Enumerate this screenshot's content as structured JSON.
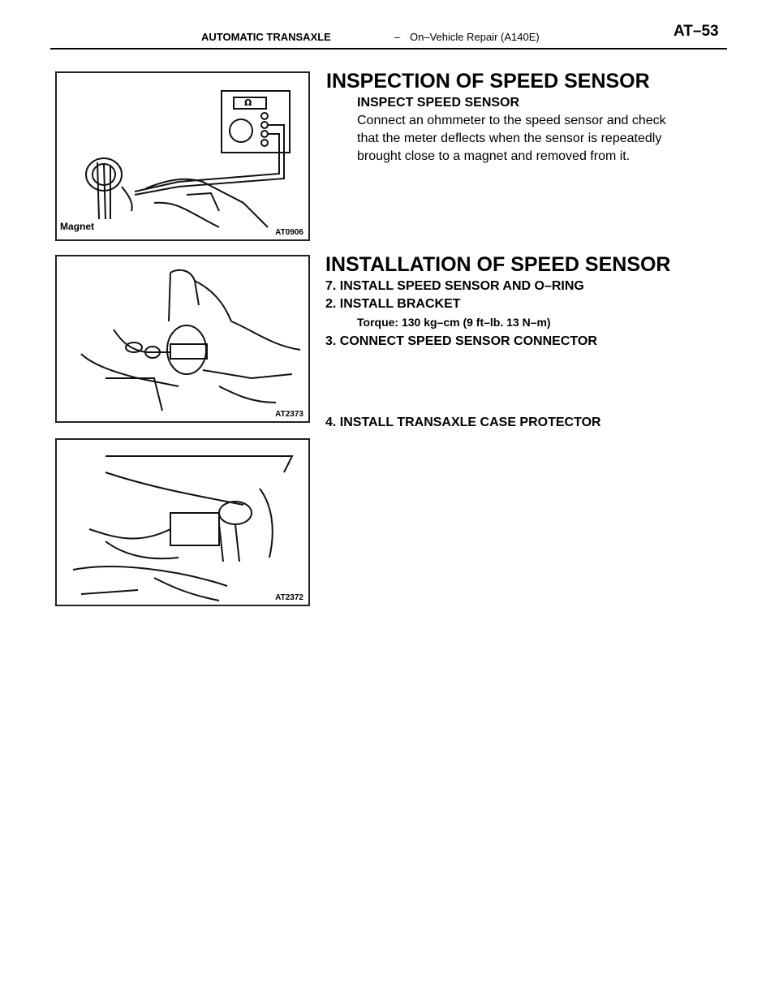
{
  "header": {
    "section": "AUTOMATIC TRANSAXLE",
    "separator": "–",
    "subsection": "On–Vehicle Repair (A140E)",
    "page_number": "AT–53"
  },
  "figures": {
    "fig1": {
      "code": "AT0906",
      "label": "Magnet",
      "meter_symbol": "Ω"
    },
    "fig2": {
      "code": "AT2373"
    },
    "fig3": {
      "code": "AT2372"
    }
  },
  "inspection": {
    "title": "INSPECTION OF SPEED SENSOR",
    "step_heading": "INSPECT SPEED SENSOR",
    "lines": [
      "Connect an ohmmeter to the speed sensor and check",
      "that the meter deflects when the sensor is repeatedly",
      "brought close to a magnet and removed from it."
    ]
  },
  "installation": {
    "title": "INSTALLATION OF SPEED SENSOR",
    "step1": "7. INSTALL SPEED SENSOR AND O–RING",
    "step2": "2. INSTALL BRACKET",
    "torque": "Torque: 130 kg–cm (9 ft–lb. 13 N–m)",
    "step3": "3. CONNECT SPEED SENSOR CONNECTOR",
    "step4": "4. INSTALL TRANSAXLE CASE PROTECTOR"
  }
}
